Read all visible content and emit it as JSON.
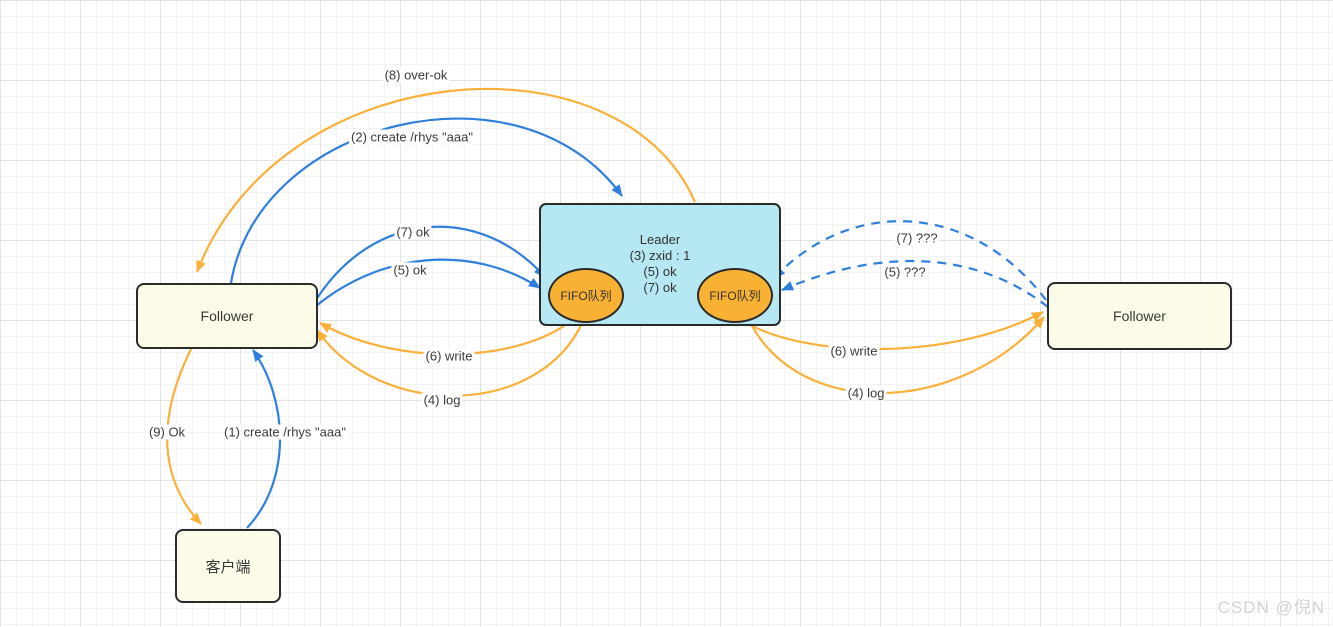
{
  "colors": {
    "blue": "#2f7fdf",
    "yellow": "#fbb039",
    "leader_fill": "#b5e8f2",
    "node_fill": "#fcfbe7",
    "fifo_fill": "#f8b133",
    "border": "#2b2b2b",
    "label_text": "#3a3a3a"
  },
  "nodes": {
    "leader": {
      "title": "Leader",
      "line1": "(3) zxid : 1",
      "line2": "(5) ok",
      "line3": "(7) ok"
    },
    "fifo_left": {
      "label": "FIFO队列"
    },
    "fifo_right": {
      "label": "FIFO队列"
    },
    "follower_left": {
      "label": "Follower"
    },
    "follower_right": {
      "label": "Follower"
    },
    "client": {
      "label": "客户端"
    }
  },
  "edges": [
    {
      "label": "(8) over-ok",
      "color": "yellow",
      "style": "solid",
      "from": "leader",
      "to": "follower-left"
    },
    {
      "label": "(2)  create /rhys \"aaa\"",
      "color": "blue",
      "style": "solid",
      "from": "follower-left",
      "to": "leader"
    },
    {
      "label": "(7) ok",
      "color": "blue",
      "style": "solid",
      "from": "follower-left",
      "to": "fifo-left"
    },
    {
      "label": "(5) ok",
      "color": "blue",
      "style": "solid",
      "from": "follower-left",
      "to": "fifo-left"
    },
    {
      "label": "(6) write",
      "color": "yellow",
      "style": "solid",
      "from": "fifo-left",
      "to": "follower-left"
    },
    {
      "label": "(4) log",
      "color": "yellow",
      "style": "solid",
      "from": "fifo-left",
      "to": "follower-left"
    },
    {
      "label": "(7) ???",
      "color": "blue",
      "style": "dashed",
      "from": "follower-right",
      "to": "fifo-right"
    },
    {
      "label": "(5) ???",
      "color": "blue",
      "style": "dashed",
      "from": "follower-right",
      "to": "fifo-right"
    },
    {
      "label": "(6) write",
      "color": "yellow",
      "style": "solid",
      "from": "fifo-right",
      "to": "follower-right"
    },
    {
      "label": "(4) log",
      "color": "yellow",
      "style": "solid",
      "from": "fifo-right",
      "to": "follower-right"
    },
    {
      "label": "(9) Ok",
      "color": "yellow",
      "style": "solid",
      "from": "follower-left",
      "to": "client"
    },
    {
      "label": "(1)  create /rhys \"aaa\"",
      "color": "blue",
      "style": "solid",
      "from": "client",
      "to": "follower-left"
    }
  ],
  "watermark": "CSDN @倪N"
}
